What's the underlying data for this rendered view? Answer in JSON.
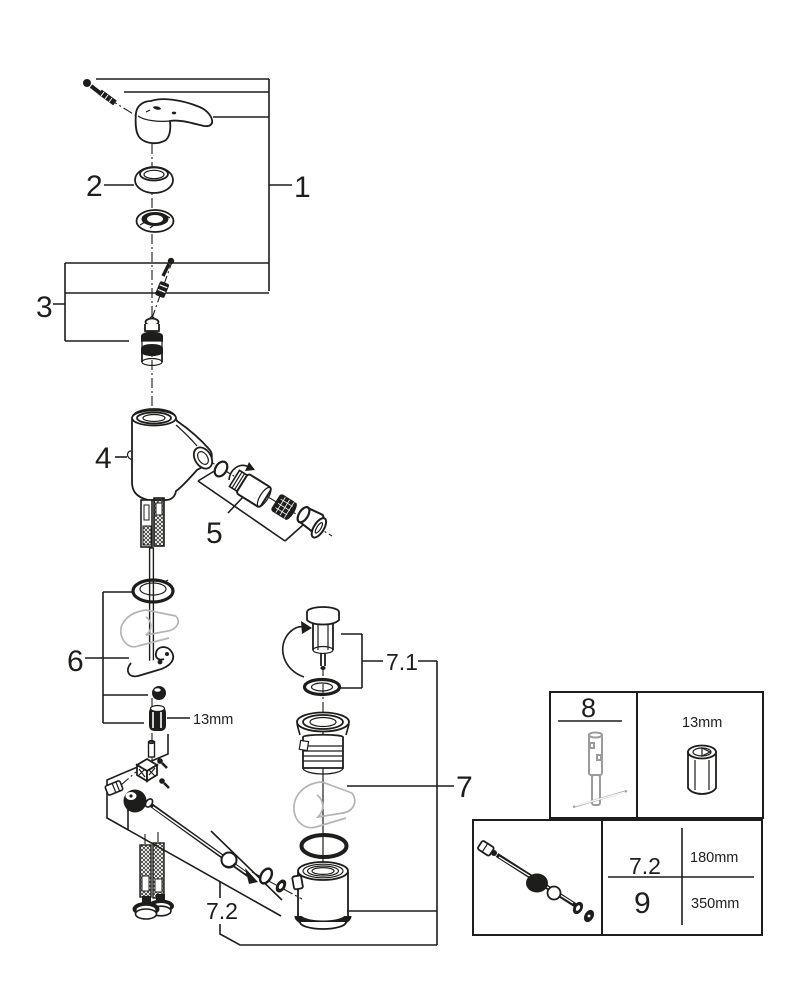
{
  "callouts": {
    "n1": "1",
    "n2": "2",
    "n3": "3",
    "n4": "4",
    "n5": "5",
    "n6": "6",
    "n7": "7",
    "n7_1": "7.1",
    "n7_2": "7.2",
    "nut_size_note": "13mm"
  },
  "tool_box": {
    "ref": "8",
    "size_label": "13mm"
  },
  "spec_box": {
    "rows": [
      {
        "ref": "7.2",
        "length": "180mm"
      },
      {
        "ref": "9",
        "length": "350mm"
      }
    ]
  },
  "colors": {
    "line": "#1d1d1b",
    "ghost": "#b4b4b4",
    "tool_gray": "#9b9b9b",
    "background": "#ffffff"
  }
}
